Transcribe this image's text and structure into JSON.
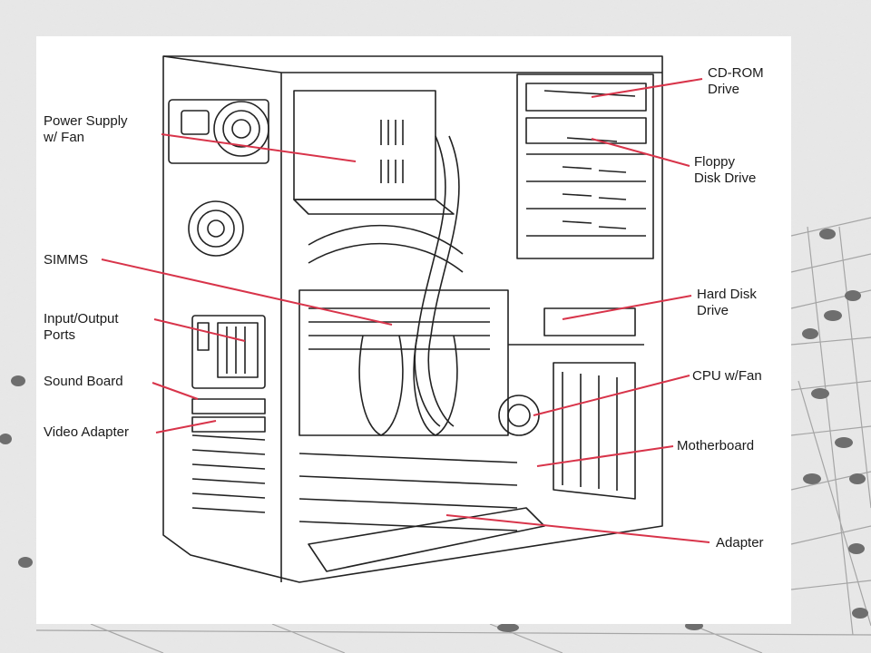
{
  "labels": {
    "power_supply": "Power Supply\nw/ Fan",
    "simms": "SIMMS",
    "io_ports": "Input/Output\nPorts",
    "sound_board": "Sound Board",
    "video_adapter": "Video Adapter",
    "cdrom": "CD-ROM\nDrive",
    "floppy": "Floppy\nDisk Drive",
    "hard_disk": "Hard Disk\nDrive",
    "cpu": "CPU w/Fan",
    "motherboard": "Motherboard",
    "adapter": "Adapter"
  },
  "colors": {
    "leader_line": "#d8344a",
    "drawing": "#222222",
    "marble": "#cfcfcf"
  }
}
